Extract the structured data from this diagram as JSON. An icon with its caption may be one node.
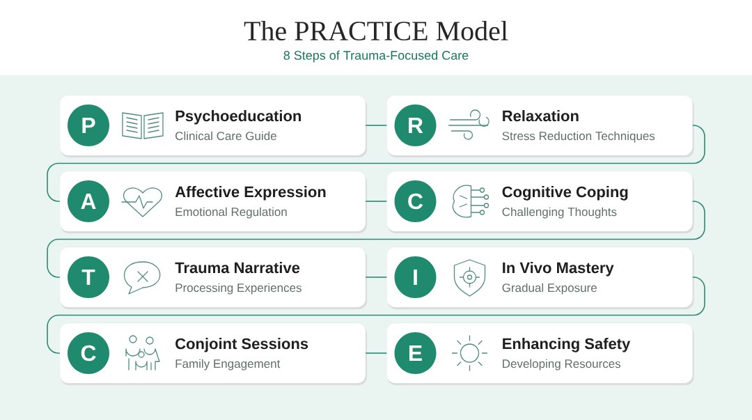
{
  "diagram": {
    "title": "The PRACTICE Model",
    "nodes": [
      {
        "text": [
          "Psychoeducation",
          "Clinical Care Guide"
        ]
      },
      {
        "text": [
          "P"
        ],
        "in": 0
      },
      {
        "text": [
          "Relaxation",
          "Stress Reduction Techniques"
        ]
      },
      {
        "text": [
          "R"
        ],
        "in": 2
      },
      {
        "text": [
          "Affective Expression",
          "Emotional Regulation"
        ]
      },
      {
        "text": [
          "A"
        ],
        "in": 4
      },
      {
        "text": [
          "Cognitive Coping",
          "Challenging Thoughts"
        ]
      },
      {
        "text": [
          "C"
        ],
        "in": 6
      },
      {
        "text": [
          "Trauma Narrative",
          "Processing Experiences"
        ]
      },
      {
        "text": [
          "T"
        ],
        "in": 8
      },
      {
        "text": [
          "In Vivo Mastery",
          "Gradual Exposure"
        ]
      },
      {
        "text": [
          "I"
        ],
        "in": 10
      },
      {
        "text": [
          "Conjoint Sessions",
          "Family Engagement"
        ]
      },
      {
        "text": [
          "C"
        ],
        "in": 12
      },
      {
        "text": [
          "Enhancing Safety",
          "Developing Resources"
        ]
      },
      {
        "text": [
          "E"
        ],
        "in": 14
      }
    ],
    "edges": [
      {
        "from": 0,
        "to": 2,
        "arrow": "none"
      },
      {
        "from": 2,
        "to": 4,
        "arrow": "none"
      },
      {
        "from": 4,
        "to": 6,
        "arrow": "none"
      },
      {
        "from": 6,
        "to": 8,
        "arrow": "none"
      },
      {
        "from": 8,
        "to": 10,
        "arrow": "none"
      },
      {
        "from": 10,
        "to": 12,
        "arrow": "none"
      },
      {
        "from": 12,
        "to": 14,
        "arrow": "none"
      }
    ],
    "labels": [
      "8 Steps of Trauma-Focused Care"
    ]
  }
}
